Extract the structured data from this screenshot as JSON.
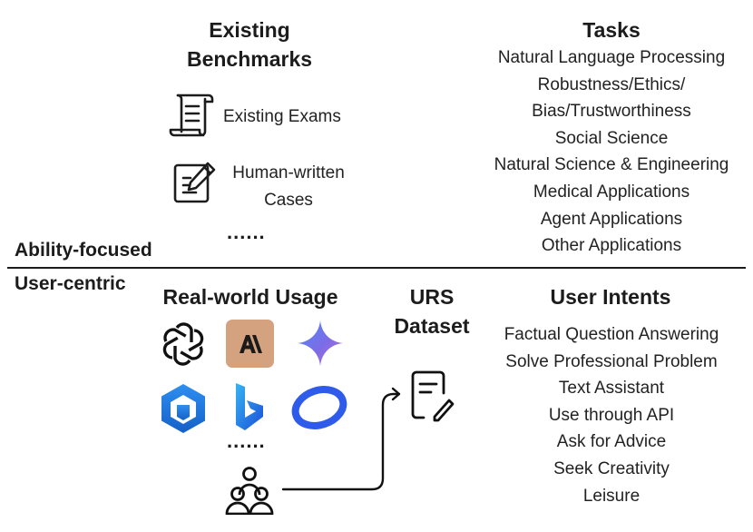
{
  "left_top": {
    "heading_line1": "Existing",
    "heading_line2": "Benchmarks",
    "exams_label": "Existing Exams",
    "cases_label_line1": "Human-written",
    "cases_label_line2": "Cases",
    "more": "......",
    "icons": [
      "scroll-icon",
      "pen-document-icon"
    ]
  },
  "tasks": {
    "heading": "Tasks",
    "items": [
      "Natural Language Processing",
      "Robustness/Ethics/",
      "Bias/Trustworthiness",
      "Social Science",
      "Natural Science & Engineering",
      "Medical Applications",
      "Agent Applications",
      "Other Applications"
    ]
  },
  "modes": {
    "ability": "Ability-focused",
    "user": "User-centric"
  },
  "usage": {
    "heading": "Real-world Usage",
    "more": "......",
    "icons": [
      "chatgpt-logo-icon",
      "anthropic-logo-icon",
      "gemini-star-icon",
      "cube-logo-icon",
      "bing-logo-icon",
      "ring-logo-icon",
      "users-group-icon"
    ],
    "colors": {
      "anthropic_bg": "#D4A27F",
      "gemini": "#5B7FE8",
      "bing": "#1A73D9",
      "ring": "#2F5BEA"
    }
  },
  "urs": {
    "heading_line1": "URS",
    "heading_line2": "Dataset",
    "icon": "dataset-document-icon"
  },
  "intents": {
    "heading": "User Intents",
    "items": [
      "Factual Question Answering",
      "Solve Professional Problem",
      "Text Assistant",
      "Use through API",
      "Ask for Advice",
      "Seek Creativity",
      "Leisure"
    ]
  }
}
